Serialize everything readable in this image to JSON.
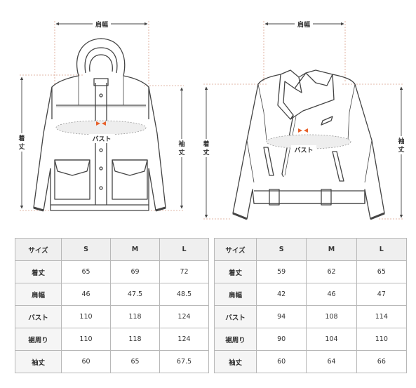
{
  "labels": {
    "shoulder_width": "肩幅",
    "length": "着丈",
    "sleeve": "袖丈",
    "bust": "バスト"
  },
  "colors": {
    "line": "#444444",
    "dashed_guide": "#d9a08b",
    "bust_marker": "#e8622c",
    "table_header_bg": "#efefef",
    "table_border": "#b8b8b8"
  },
  "tables": {
    "left": {
      "headers": [
        "サイズ",
        "S",
        "M",
        "L"
      ],
      "rows": [
        {
          "label": "着丈",
          "values": [
            "65",
            "69",
            "72"
          ]
        },
        {
          "label": "肩幅",
          "values": [
            "46",
            "47.5",
            "48.5"
          ]
        },
        {
          "label": "バスト",
          "values": [
            "110",
            "118",
            "124"
          ]
        },
        {
          "label": "裾周り",
          "values": [
            "110",
            "118",
            "124"
          ]
        },
        {
          "label": "袖丈",
          "values": [
            "60",
            "65",
            "67.5"
          ]
        }
      ]
    },
    "right": {
      "headers": [
        "サイズ",
        "S",
        "M",
        "L"
      ],
      "rows": [
        {
          "label": "着丈",
          "values": [
            "59",
            "62",
            "65"
          ]
        },
        {
          "label": "肩幅",
          "values": [
            "42",
            "46",
            "47"
          ]
        },
        {
          "label": "バスト",
          "values": [
            "94",
            "108",
            "114"
          ]
        },
        {
          "label": "裾周り",
          "values": [
            "90",
            "104",
            "110"
          ]
        },
        {
          "label": "袖丈",
          "values": [
            "60",
            "64",
            "66"
          ]
        }
      ]
    }
  }
}
